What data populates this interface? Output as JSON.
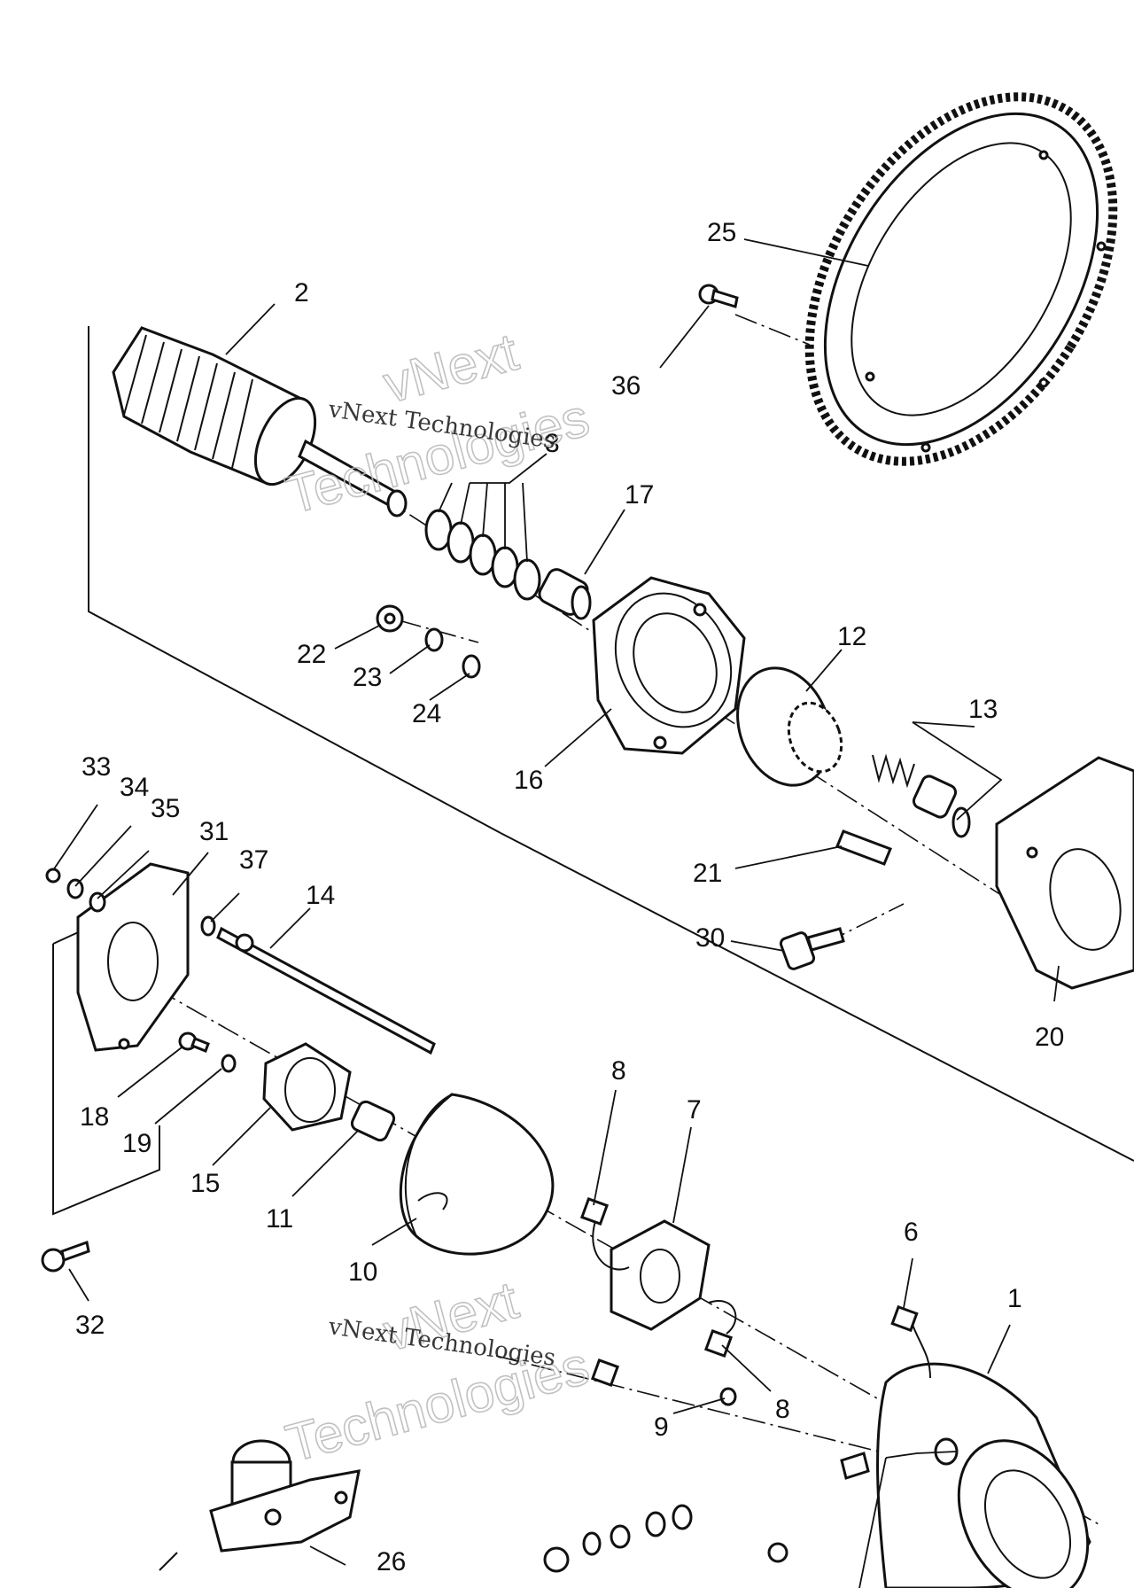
{
  "labels": [
    "1",
    "2",
    "3",
    "6",
    "7",
    "8",
    "8",
    "9",
    "10",
    "11",
    "12",
    "13",
    "14",
    "15",
    "16",
    "17",
    "18",
    "19",
    "20",
    "21",
    "22",
    "23",
    "24",
    "25",
    "26",
    "30",
    "31",
    "32",
    "33",
    "34",
    "35",
    "36",
    "37"
  ],
  "watermark": {
    "line": "vNext Technologies",
    "big_1": "vNext",
    "big_2": "Technologies"
  }
}
